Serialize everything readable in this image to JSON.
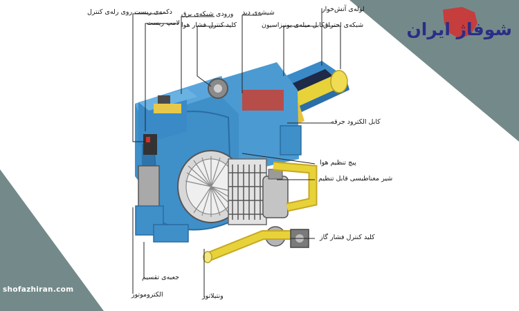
{
  "brand": {
    "logo_text": "شوفاژ ایران",
    "website": "shofazhiran.com"
  },
  "colors": {
    "accent_gray": "#748a8a",
    "burner_blue": "#3f8fc9",
    "pipe_yellow": "#e8d23a",
    "logo_blue": "#2b2d86",
    "logo_red": "#d42f2f"
  },
  "labels": {
    "reset_button": "دکمه‌ی ریست روی رله‌ی کنترل",
    "reset_lamp": "لامپ ریست",
    "spark_input": "ورودی شبکه‌ی برق",
    "air_pressure_switch": "کلید کنترل فشار هوا",
    "sight_glass": "شیشه‌ی دید",
    "ignition_cable": "کابل میله‌ی یونیزاسیون",
    "flame_tube": "لوله‌ی آتش‌خوار",
    "combustion_grid": "شبکه‌ی احتراق",
    "electrode_cable": "کابل الکترود جرقه",
    "air_adjust_screw": "پیچ تنظیم هوا",
    "solenoid_valve": "شیر مغناطیسی قابل تنظیم",
    "gas_pressure_switch": "کلید کنترل فشار گاز",
    "fan": "ونتیلاتور",
    "gearbox": "جعبه‌ی تقسیم",
    "electromotor": "الکتروموتور"
  }
}
